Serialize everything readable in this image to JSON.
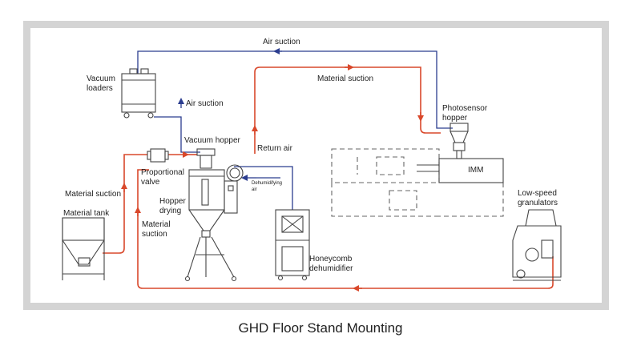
{
  "caption": "GHD Floor Stand Mounting",
  "colors": {
    "material_line": "#d9482b",
    "air_line": "#2b3d8f",
    "frame": "#d4d4d4"
  },
  "labels": {
    "air_suction_top": "Air suction",
    "material_suction_top": "Material suction",
    "vacuum_loaders_1": "Vacuum",
    "vacuum_loaders_2": "loaders",
    "air_suction_mid": "Air suction",
    "photosensor_1": "Photosensor",
    "photosensor_2": "hopper",
    "vacuum_hopper": "Vacuum hopper",
    "return_air": "Return air",
    "dehumidifying_1": "Dehumidifying",
    "dehumidifying_2": "air",
    "proportional_1": "Proportional",
    "proportional_2": "valve",
    "imm": "IMM",
    "material_suction_left": "Material suction",
    "hopper_drying_1": "Hopper",
    "hopper_drying_2": "drying",
    "material_suction_mid_1": "Material",
    "material_suction_mid_2": "suction",
    "material_tank": "Material tank",
    "low_speed_1": "Low-speed",
    "low_speed_2": "granulators",
    "honeycomb_1": "Honeycomb",
    "honeycomb_2": "dehumidifier"
  }
}
